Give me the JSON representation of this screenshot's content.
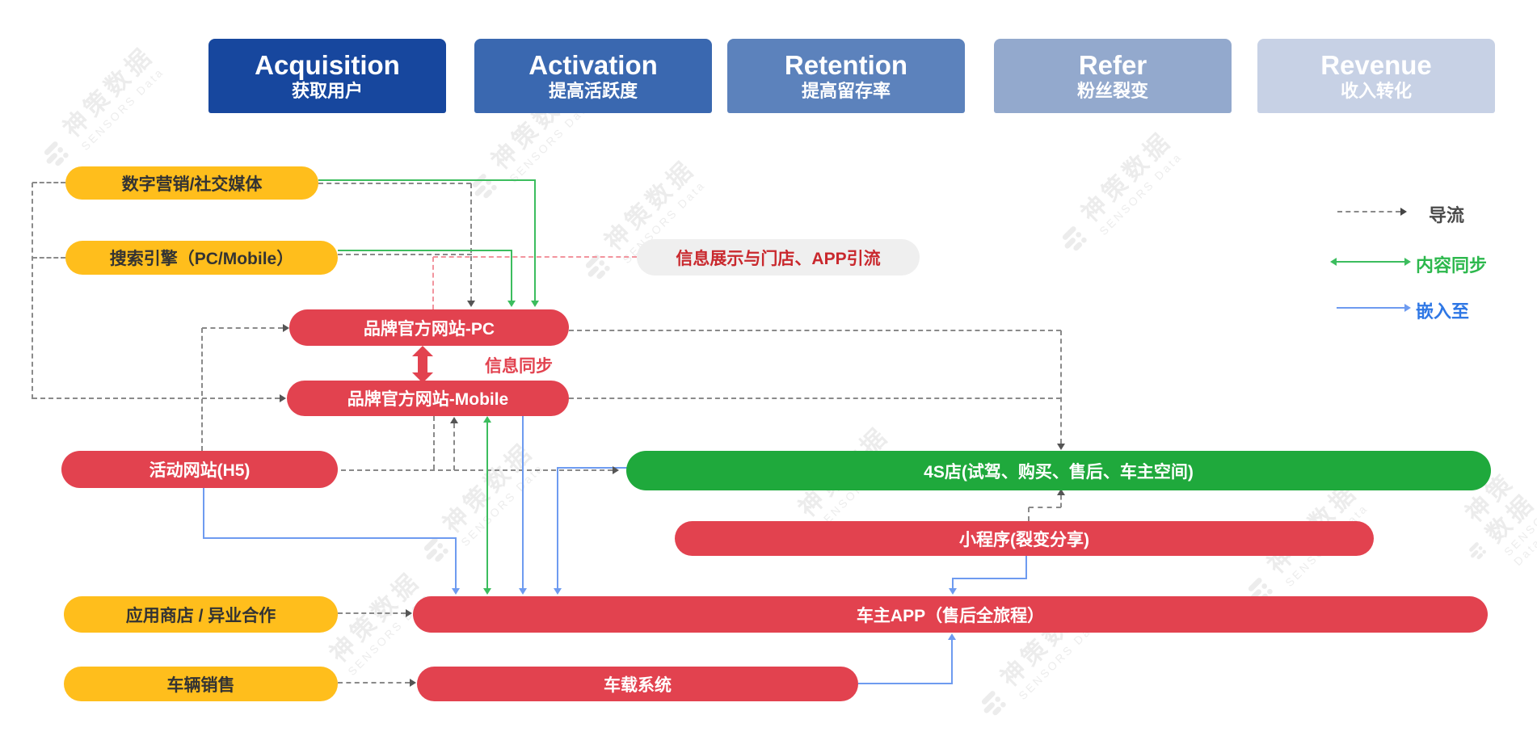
{
  "header": {
    "stages": [
      {
        "en": "Acquisition",
        "zh": "获取用户"
      },
      {
        "en": "Activation",
        "zh": "提高活跃度"
      },
      {
        "en": "Retention",
        "zh": "提高留存率"
      },
      {
        "en": "Refer",
        "zh": "粉丝裂变"
      },
      {
        "en": "Revenue",
        "zh": "收入转化"
      }
    ]
  },
  "nodes": {
    "digital_marketing": "数字营销/社交媒体",
    "search_engine": "搜索引擎（PC/Mobile）",
    "info_display": "信息展示与门店、APP引流",
    "website_pc": "品牌官方网站-PC",
    "website_mobile": "品牌官方网站-Mobile",
    "info_sync": "信息同步",
    "h5_site": "活动网站(H5)",
    "store_4s": "4S店(试驾、购买、售后、车主空间)",
    "mini_program": "小程序(裂变分享)",
    "app_store": "应用商店 / 异业合作",
    "owner_app": "车主APP（售后全旅程）",
    "vehicle_sales": "车辆销售",
    "in_car_system": "车载系统"
  },
  "legend": {
    "items": [
      {
        "label": "导流"
      },
      {
        "label": "内容同步"
      },
      {
        "label": "嵌入至"
      }
    ]
  },
  "watermark": {
    "cn": "神策数据",
    "en": "SENSORS Data"
  },
  "colors": {
    "stage_1": "#17479E",
    "stage_2": "#3A68B0",
    "stage_3": "#5C82BC",
    "stage_4": "#93A9CD",
    "stage_5": "#C7D1E5",
    "pill_yellow": "#FFBE1C",
    "pill_red": "#E2424F",
    "pill_green": "#1FA93C",
    "pill_grey": "#EFEFEF",
    "line_dashed": "#8A8A8A",
    "line_green": "#3CBD5E",
    "line_blue": "#6E9BF0",
    "line_pink": "#F2949E",
    "legend_dashed_text": "#4A4A4A",
    "legend_green_text": "#2DB84D",
    "legend_blue_text": "#2E77E5"
  }
}
